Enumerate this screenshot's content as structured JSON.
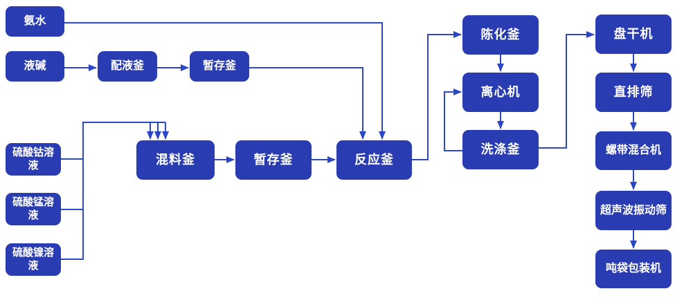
{
  "diagram": {
    "type": "process-flow",
    "colors": {
      "node_fill": "#2a3cb2",
      "node_text": "#ffffff",
      "edge": "#2c47c5"
    },
    "nodes": [
      {
        "id": "ammonia",
        "label": "氨水"
      },
      {
        "id": "liquid-alkali",
        "label": "液碱"
      },
      {
        "id": "dosing-kettle",
        "label": "配液釜"
      },
      {
        "id": "buffer-kettle-1",
        "label": "暂存釜"
      },
      {
        "id": "cobalt-sulfate-solution",
        "label": "硫酸钴溶液"
      },
      {
        "id": "manganese-sulfate-solution",
        "label": "硫酸锰溶液"
      },
      {
        "id": "nickel-sulfate-solution",
        "label": "硫酸镍溶液"
      },
      {
        "id": "mixing-kettle",
        "label": "混料釜"
      },
      {
        "id": "buffer-kettle-2",
        "label": "暂存釜"
      },
      {
        "id": "reaction-kettle",
        "label": "反应釜"
      },
      {
        "id": "aging-kettle",
        "label": "陈化釜"
      },
      {
        "id": "centrifuge",
        "label": "离心机"
      },
      {
        "id": "washing-kettle",
        "label": "洗涤釜"
      },
      {
        "id": "pan-dryer",
        "label": "盘干机"
      },
      {
        "id": "straight-discharge-sieve",
        "label": "直排筛"
      },
      {
        "id": "ribbon-mixer",
        "label": "螺带混合机"
      },
      {
        "id": "ultrasonic-vibrating-sieve",
        "label": "超声波振动筛"
      },
      {
        "id": "ton-bag-packing-machine",
        "label": "吨袋包装机"
      }
    ],
    "edges": [
      {
        "from": "氨水",
        "to": "反应釜"
      },
      {
        "from": "液碱",
        "to": "配液釜"
      },
      {
        "from": "配液釜",
        "to": "暂存釜"
      },
      {
        "from": "暂存釜",
        "to": "反应釜"
      },
      {
        "from": "硫酸钴溶液",
        "to": "混料釜"
      },
      {
        "from": "硫酸锰溶液",
        "to": "混料釜"
      },
      {
        "from": "硫酸镍溶液",
        "to": "混料釜"
      },
      {
        "from": "混料釜",
        "to": "暂存釜"
      },
      {
        "from": "暂存釜",
        "to": "反应釜"
      },
      {
        "from": "反应釜",
        "to": "陈化釜"
      },
      {
        "from": "陈化釜",
        "to": "离心机"
      },
      {
        "from": "离心机",
        "to": "洗涤釜"
      },
      {
        "from": "洗涤釜",
        "to": "离心机"
      },
      {
        "from": "洗涤釜",
        "to": "盘干机"
      },
      {
        "from": "盘干机",
        "to": "直排筛"
      },
      {
        "from": "直排筛",
        "to": "螺带混合机"
      },
      {
        "from": "螺带混合机",
        "to": "超声波振动筛"
      },
      {
        "from": "超声波振动筛",
        "to": "吨袋包装机"
      }
    ]
  }
}
